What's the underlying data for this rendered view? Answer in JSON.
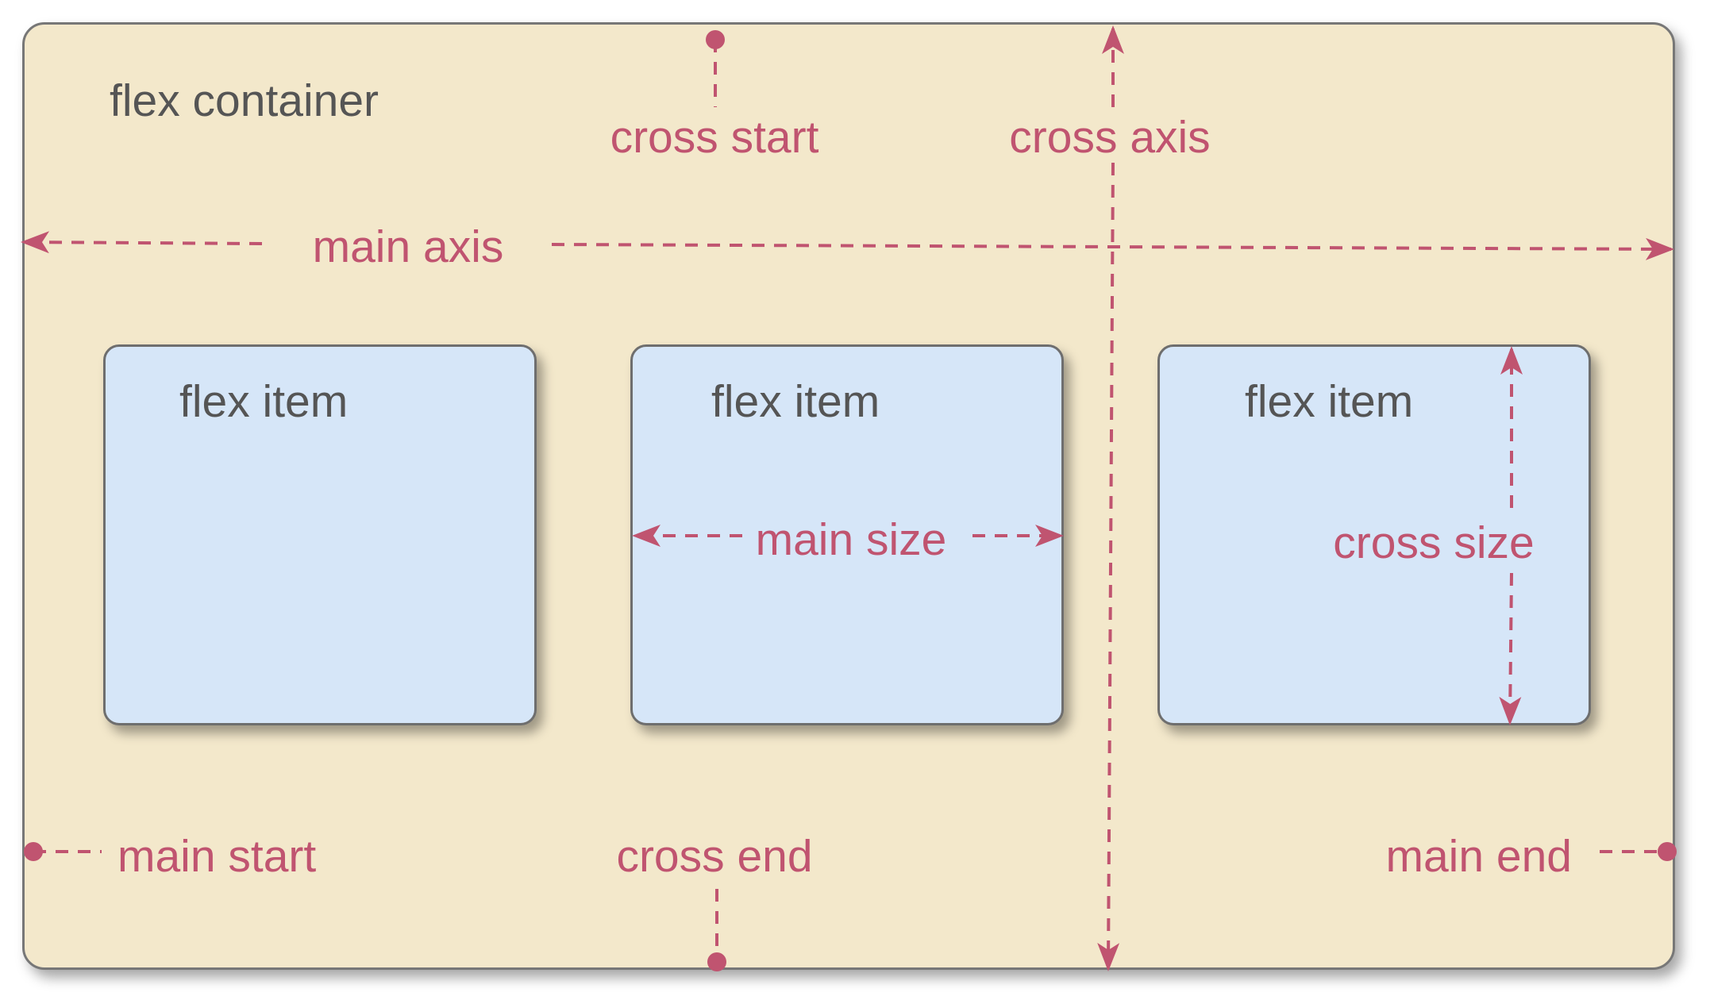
{
  "colors": {
    "container_bg": "#f3e8cb",
    "item_bg": "#d6e6f8",
    "accent": "#c05470",
    "text": "#555555"
  },
  "container": {
    "label": "flex container"
  },
  "items": [
    {
      "label": "flex item"
    },
    {
      "label": "flex item"
    },
    {
      "label": "flex item"
    }
  ],
  "labels": {
    "main_axis": "main axis",
    "cross_axis": "cross axis",
    "cross_start": "cross start",
    "cross_end": "cross end",
    "main_start": "main start",
    "main_end": "main end",
    "main_size": "main size",
    "cross_size": "cross size"
  }
}
